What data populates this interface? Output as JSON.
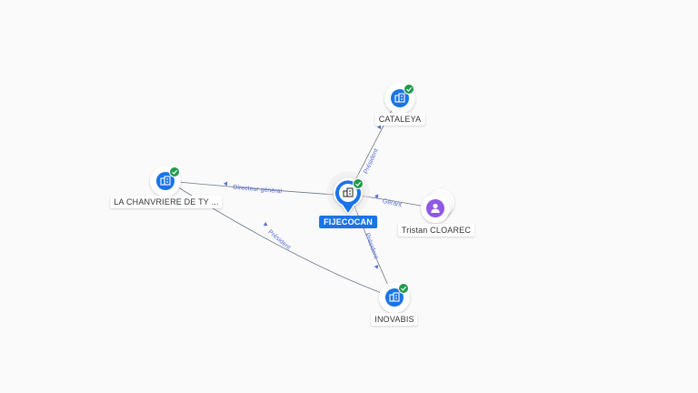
{
  "colors": {
    "company": "#1a73e8",
    "person": "#8e59e6",
    "verified": "#1f9a4a",
    "edge": "#6b7787",
    "edge_label": "#5b6fd6",
    "central_label_bg": "#1a73e8"
  },
  "icons": {
    "company": "building-icon",
    "person": "person-icon",
    "verified": "check-badge-icon"
  },
  "nodes": {
    "center": {
      "label": "FIJECOCAN",
      "type": "company",
      "verified": true
    },
    "cataleya": {
      "label": "CATALEYA",
      "type": "company",
      "verified": true
    },
    "chanvriere": {
      "label": "LA CHANVRIERE DE TY ...",
      "type": "company",
      "verified": true
    },
    "inovabis": {
      "label": "INOVABIS",
      "type": "company",
      "verified": true
    },
    "tristan": {
      "label": "Tristan CLOAREC",
      "type": "person",
      "verified": false
    }
  },
  "edges": {
    "center_cataleya": {
      "label": "Président"
    },
    "chanvriere_center": {
      "label": "Directeur général"
    },
    "tristan_center": {
      "label": "Gérant"
    },
    "center_inovabis": {
      "label": "Président"
    },
    "chanvriere_inovabis": {
      "label": "Président"
    }
  }
}
